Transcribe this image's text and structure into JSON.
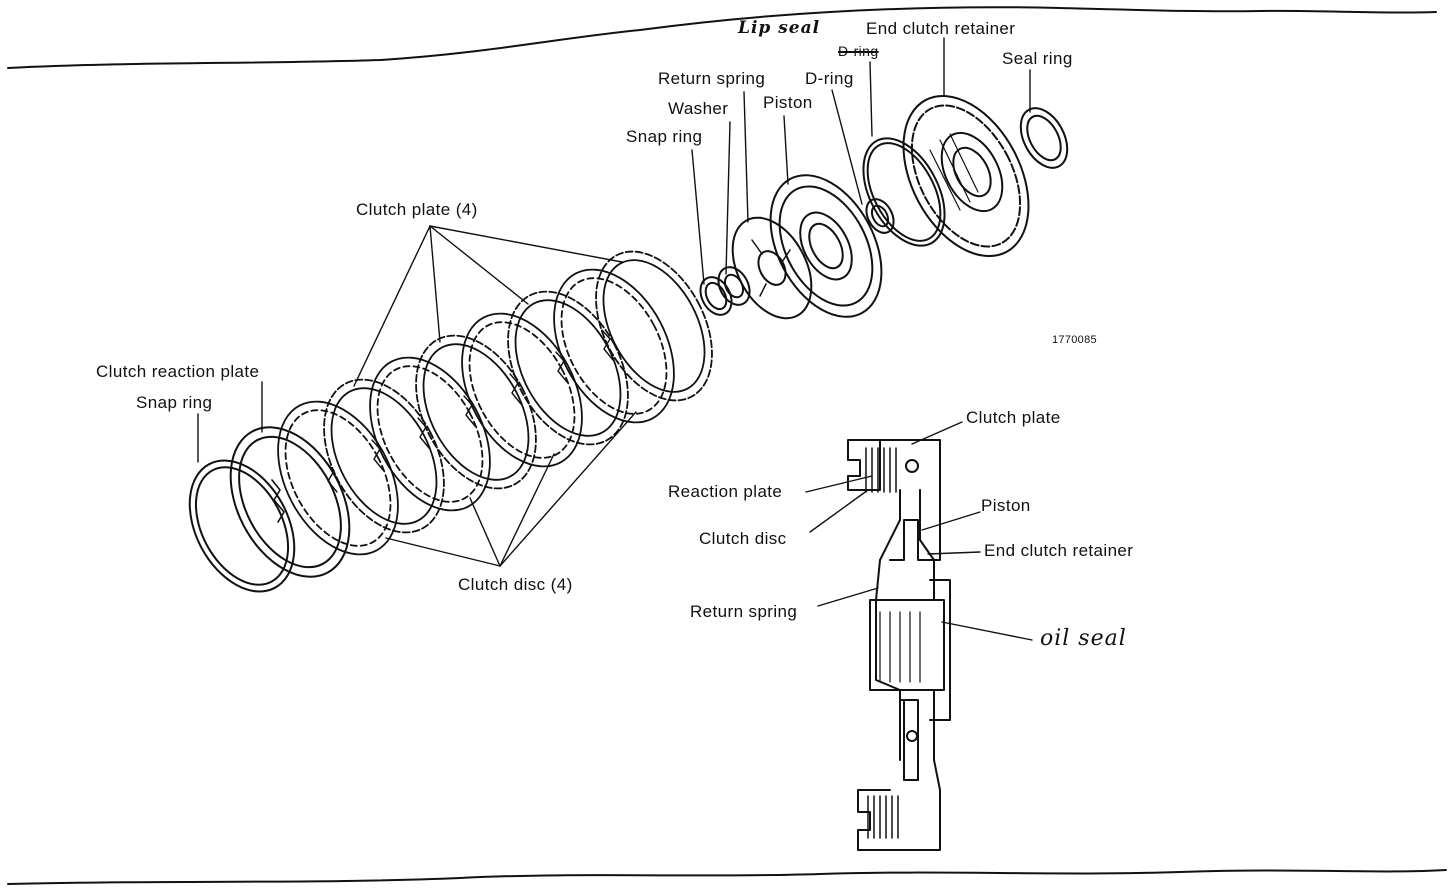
{
  "colors": {
    "line": "#111111",
    "background": "#ffffff"
  },
  "exploded_view": {
    "labels": {
      "lip_seal": "Lip seal",
      "end_clutch_retainer": "End clutch retainer",
      "d_ring_struck": "D-ring",
      "seal_ring": "Seal ring",
      "return_spring": "Return spring",
      "d_ring": "D-ring",
      "washer": "Washer",
      "piston": "Piston",
      "snap_ring_top": "Snap ring",
      "clutch_plate_4": "Clutch plate (4)",
      "clutch_reaction_plate": "Clutch reaction plate",
      "snap_ring_left": "Snap ring",
      "clutch_disc_4": "Clutch disc (4)"
    },
    "figure_number": "1770085"
  },
  "cross_section": {
    "labels": {
      "clutch_plate": "Clutch plate",
      "reaction_plate": "Reaction plate",
      "piston": "Piston",
      "clutch_disc": "Clutch disc",
      "end_clutch_retainer": "End clutch retainer",
      "return_spring": "Return spring",
      "oil_seal": "oil seal"
    }
  }
}
